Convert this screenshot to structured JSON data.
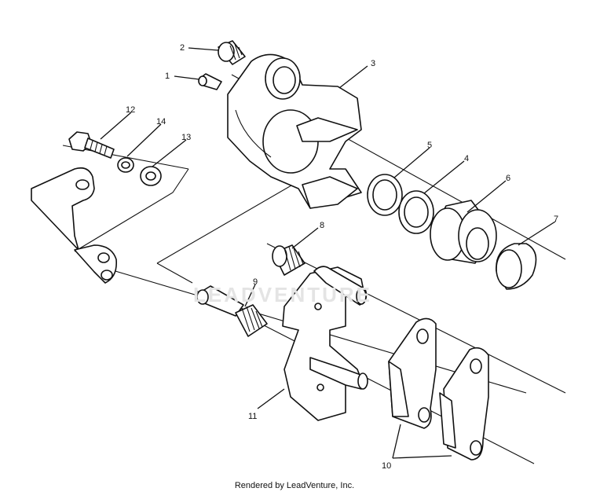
{
  "diagram": {
    "callouts": [
      {
        "id": "1",
        "text": "1"
      },
      {
        "id": "2",
        "text": "2"
      },
      {
        "id": "3",
        "text": "3"
      },
      {
        "id": "4",
        "text": "4"
      },
      {
        "id": "5",
        "text": "5"
      },
      {
        "id": "6",
        "text": "6"
      },
      {
        "id": "7",
        "text": "7"
      },
      {
        "id": "8",
        "text": "8"
      },
      {
        "id": "9",
        "text": "9"
      },
      {
        "id": "10",
        "text": "10"
      },
      {
        "id": "11",
        "text": "11"
      },
      {
        "id": "12",
        "text": "12"
      },
      {
        "id": "13",
        "text": "13"
      },
      {
        "id": "14",
        "text": "14"
      }
    ]
  },
  "watermark": "LEADVENTURE",
  "credit": "Rendered by LeadVenture, Inc."
}
